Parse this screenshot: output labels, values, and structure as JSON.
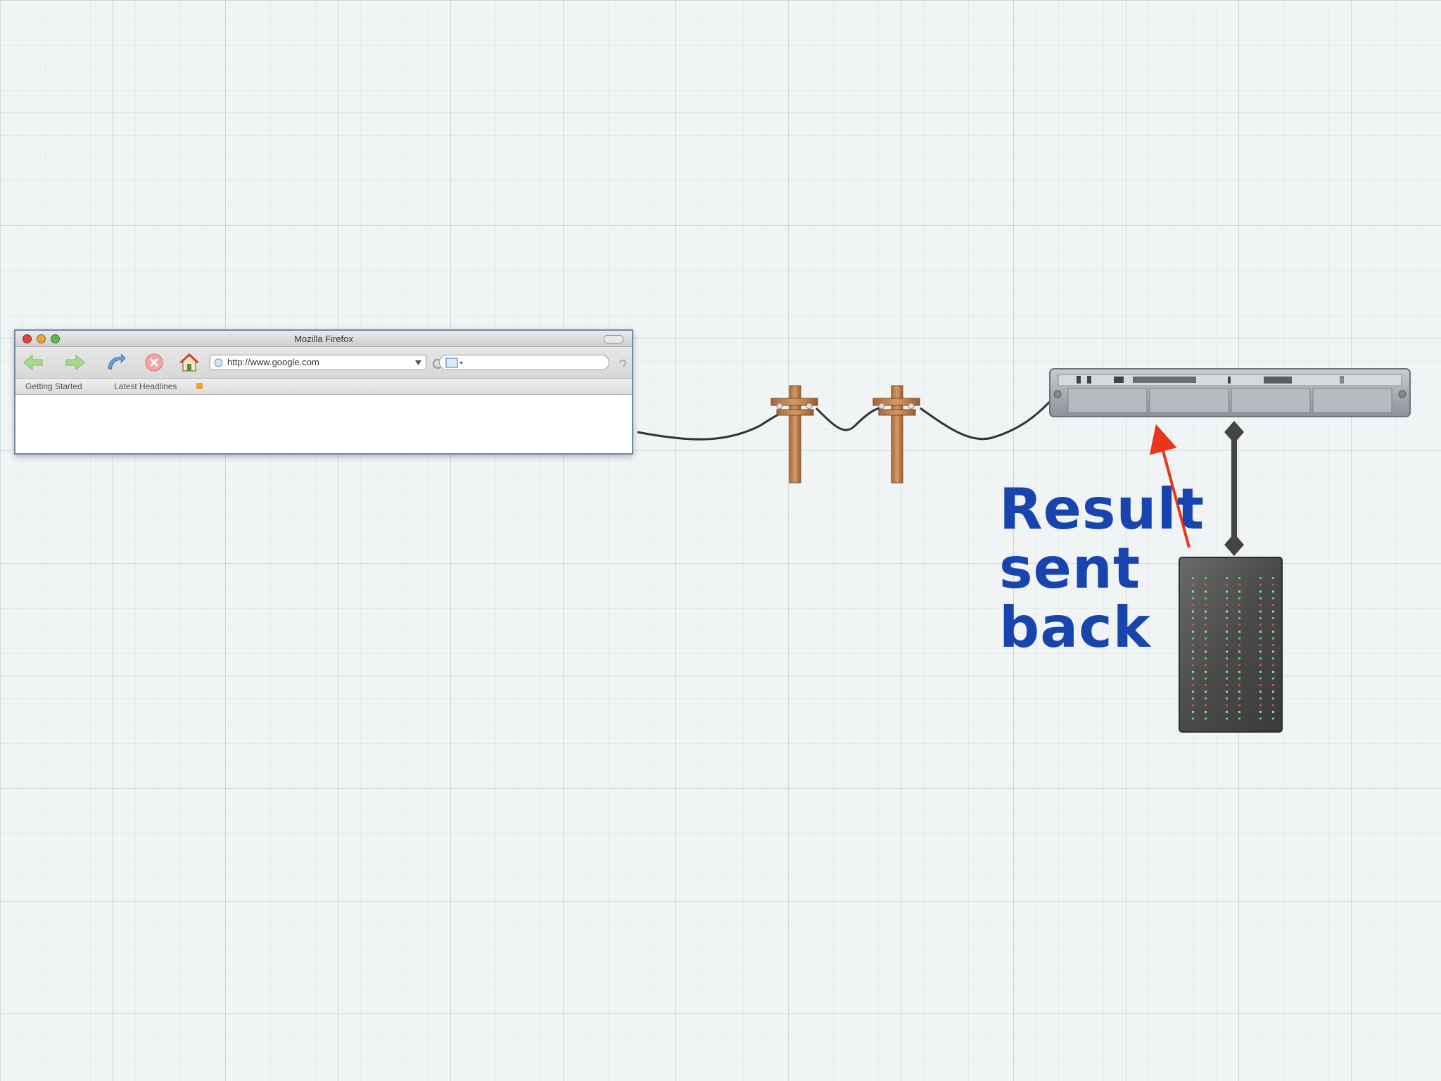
{
  "browser": {
    "window_title": "Mozilla Firefox",
    "url": "http://www.google.com",
    "bookmarks": [
      "Getting Started",
      "Latest Headlines"
    ],
    "icons": [
      "back-arrow-icon",
      "forward-arrow-icon",
      "reload-icon",
      "stop-icon",
      "home-icon",
      "search-engine-icon"
    ]
  },
  "annotation": {
    "lines": [
      "Result",
      "sent",
      "back"
    ],
    "text_color": "#1844ad",
    "arrow_color": "#e8361c"
  },
  "diagram": {
    "nodes": [
      "browser-window",
      "telephone-pole-1",
      "telephone-pole-2",
      "rack-server",
      "storage-array"
    ],
    "connections": [
      {
        "from": "browser-window",
        "to": "telephone-pole-1"
      },
      {
        "from": "telephone-pole-1",
        "to": "telephone-pole-2"
      },
      {
        "from": "telephone-pole-2",
        "to": "rack-server"
      },
      {
        "from": "rack-server",
        "to": "storage-array"
      }
    ]
  }
}
